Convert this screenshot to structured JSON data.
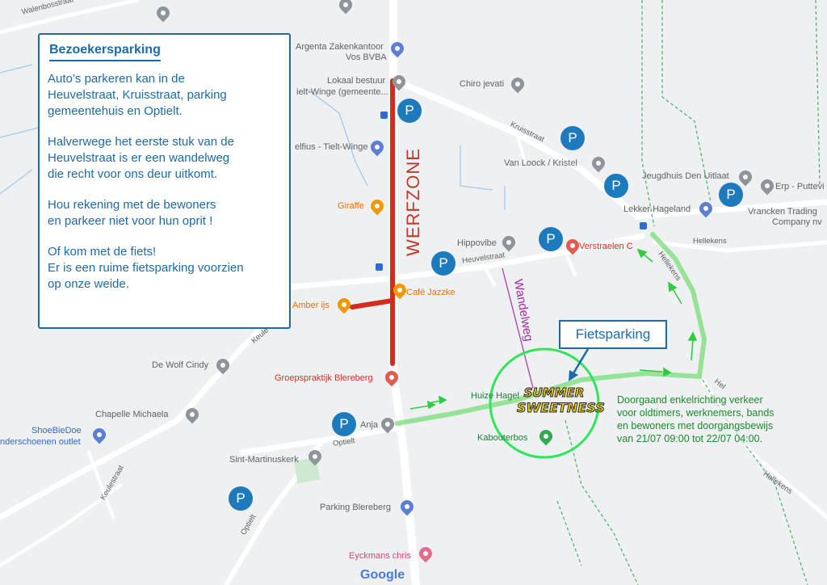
{
  "info_box": {
    "title": "Bezoekersparking",
    "paragraphs": [
      "Auto’s parkeren kan in de\nHeuvelstraat, Kruisstraat, parking\ngemeentehuis en Optielt.",
      "Halverwege het eerste stuk van de\nHeuvelstraat is er een wandelweg\ndie recht voor ons deur uitkomt.",
      "Hou rekening met de bewoners\nen parkeer niet voor hun oprit !",
      "Of kom met de fiets!\nEr is een ruime fietsparking voorzien\nop onze weide."
    ]
  },
  "annotations": {
    "werfzone": "WERFZONE",
    "wandelweg": "Wandelweg",
    "fietsparking": "Fietsparking",
    "doorgaand": "Doorgaand enkelrichting verkeer\nvoor oldtimers, werknemers, bands\nen bewoners met doorgangsbewijs\nvan 21/07 09:00 tot 22/07 04:00."
  },
  "logo": {
    "line1": "SUMMER",
    "line2": "SWEETNESS"
  },
  "parking_symbol": "P",
  "places": {
    "argenta": "Argenta Zakenkantoor",
    "argenta2": "Vos BVBA",
    "lokaal": "Lokaal bestuur",
    "tielt_winge": "ielt-Winge (gemeente...",
    "chiro": "Chiro jevati",
    "belfius": "elfius - Tielt-Winge",
    "van_loock": "Van Loock / Kristel",
    "jeugdhuis": "Jeugdhuis Den Uitlaat",
    "erp": "Erp - Puttevi",
    "lekker": "Lekker Hageland",
    "vrancken": "Vrancken Trading",
    "vrancken2": "Company nv",
    "giraffe": "Giraffe",
    "hippovibe": "Hippovibe",
    "verstraelen": "Verstraelen C",
    "cafe": "Café Jazzke",
    "amber": "Amber ijs",
    "de_wolf": "De Wolf Cindy",
    "groeps": "Groepspraktijk Blereberg",
    "chapelle": "Chapelle Michaela",
    "shoebiedoe": "ShoeBieDoe",
    "shoebiedoe2": "nderschoenen outlet",
    "huize": "Huize Hagel",
    "anja": "Anja",
    "kabouterbos": "Kabouterbos",
    "sint_martinus": "Sint-Martinuskerk",
    "parking_blereberg": "Parking Blereberg",
    "eyckmans": "Eyckmans chris"
  },
  "roads": {
    "walenbos": "Walenbosstraat",
    "kruisstraat": "Kruisstraat",
    "heuvelstraat": "Heuvelstraat",
    "hellekens": "Hellekens",
    "hellekens2": "Hellekens",
    "hellekens3": "Hellekens",
    "hel": "Hel",
    "keulestraat": "Keule",
    "keulestraat2": "Keulestraat",
    "optielt": "Optielt",
    "optielt2": "Optielt"
  },
  "google": "Google",
  "colors": {
    "box_blue": "#1c6aa8",
    "parking_blue": "#1d7bbd",
    "werfzone_red": "#d42b1e",
    "route_green": "#7fe07f",
    "arrow_green": "#2ecc40",
    "wandelweg_purple": "#b03cb0",
    "circle_green": "#2ee65a"
  }
}
